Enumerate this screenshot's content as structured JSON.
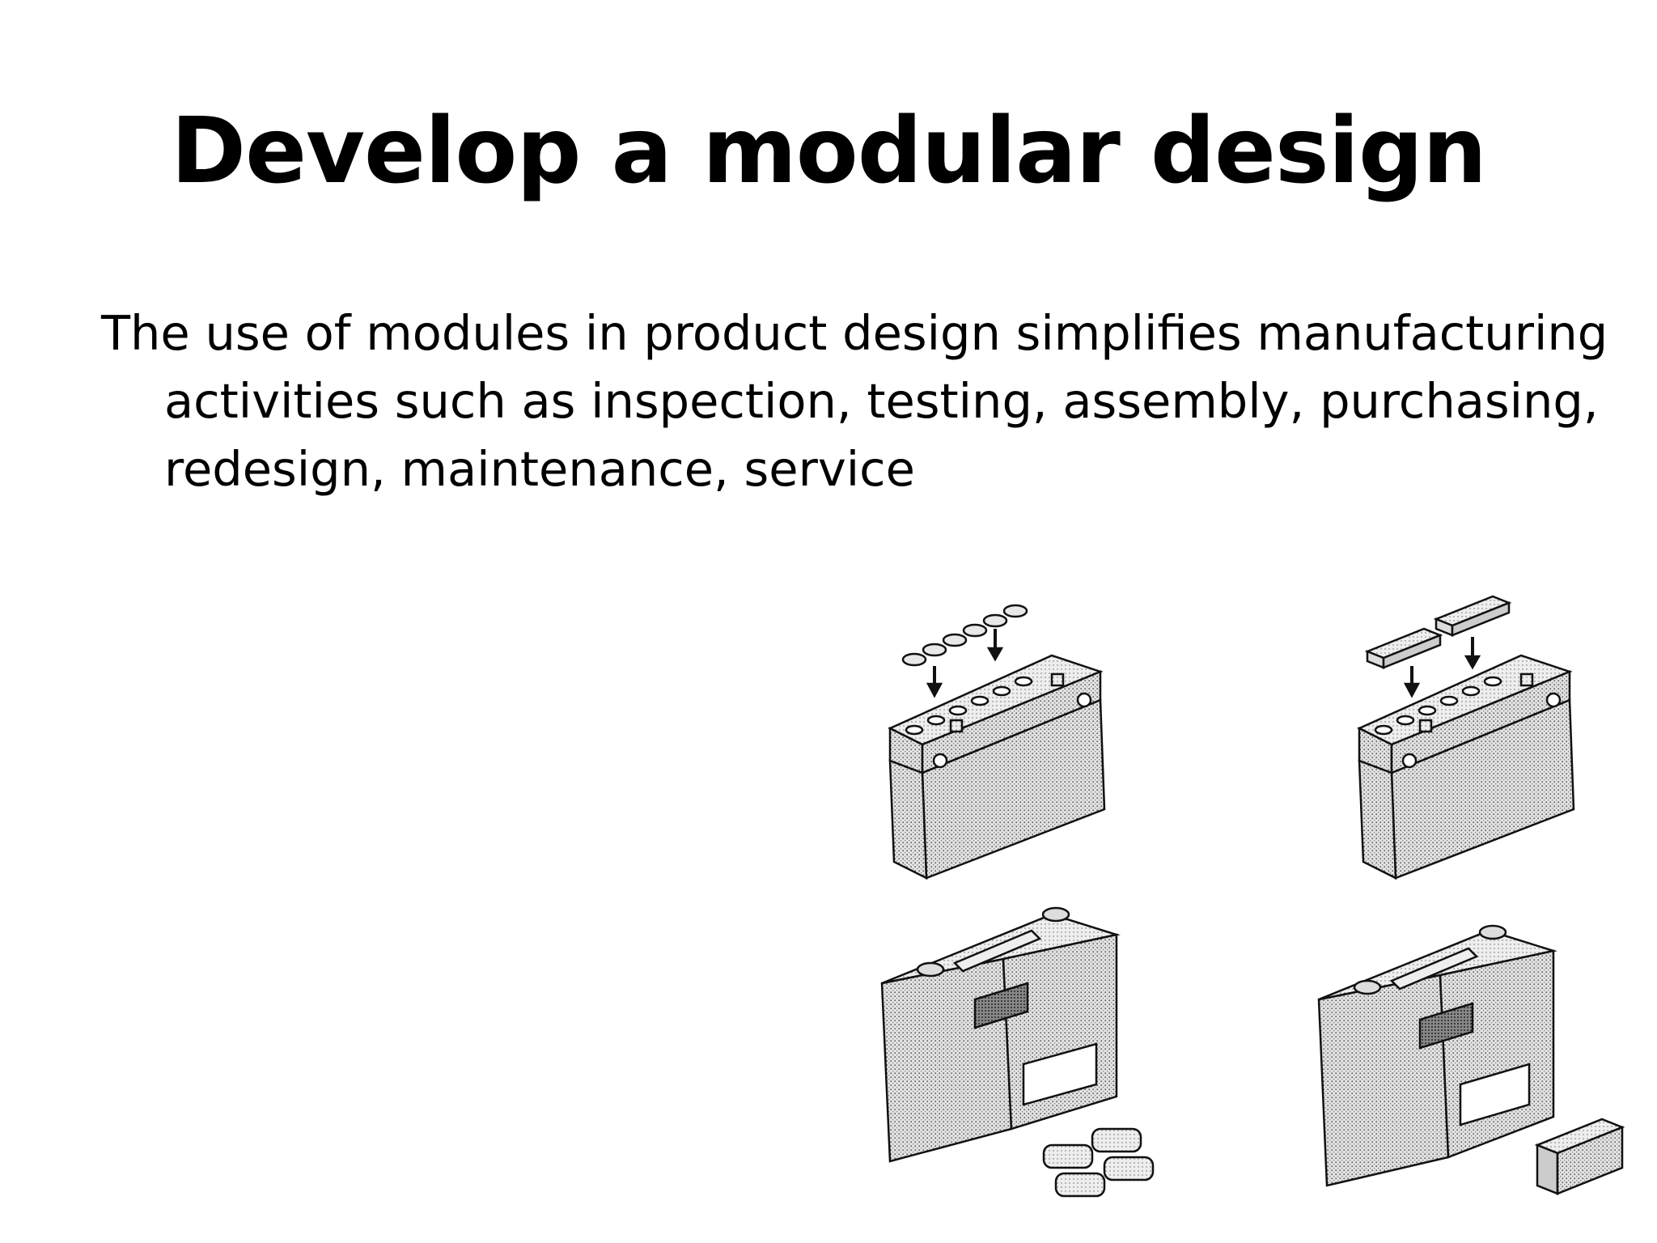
{
  "slide": {
    "title": "Develop a modular design",
    "body": "The use of modules in product design simplifies manufacturing activities such as inspection, testing, assembly, purchasing, redesign, maintenance, service"
  },
  "figure": {
    "panels": [
      {
        "name": "battery-with-cell-caps",
        "description_icon": "battery-icon"
      },
      {
        "name": "battery-with-cap-strips",
        "description_icon": "battery-icon"
      },
      {
        "name": "radio-with-separate-batteries",
        "description_icon": "radio-icon"
      },
      {
        "name": "radio-with-battery-pack",
        "description_icon": "radio-icon"
      }
    ]
  }
}
